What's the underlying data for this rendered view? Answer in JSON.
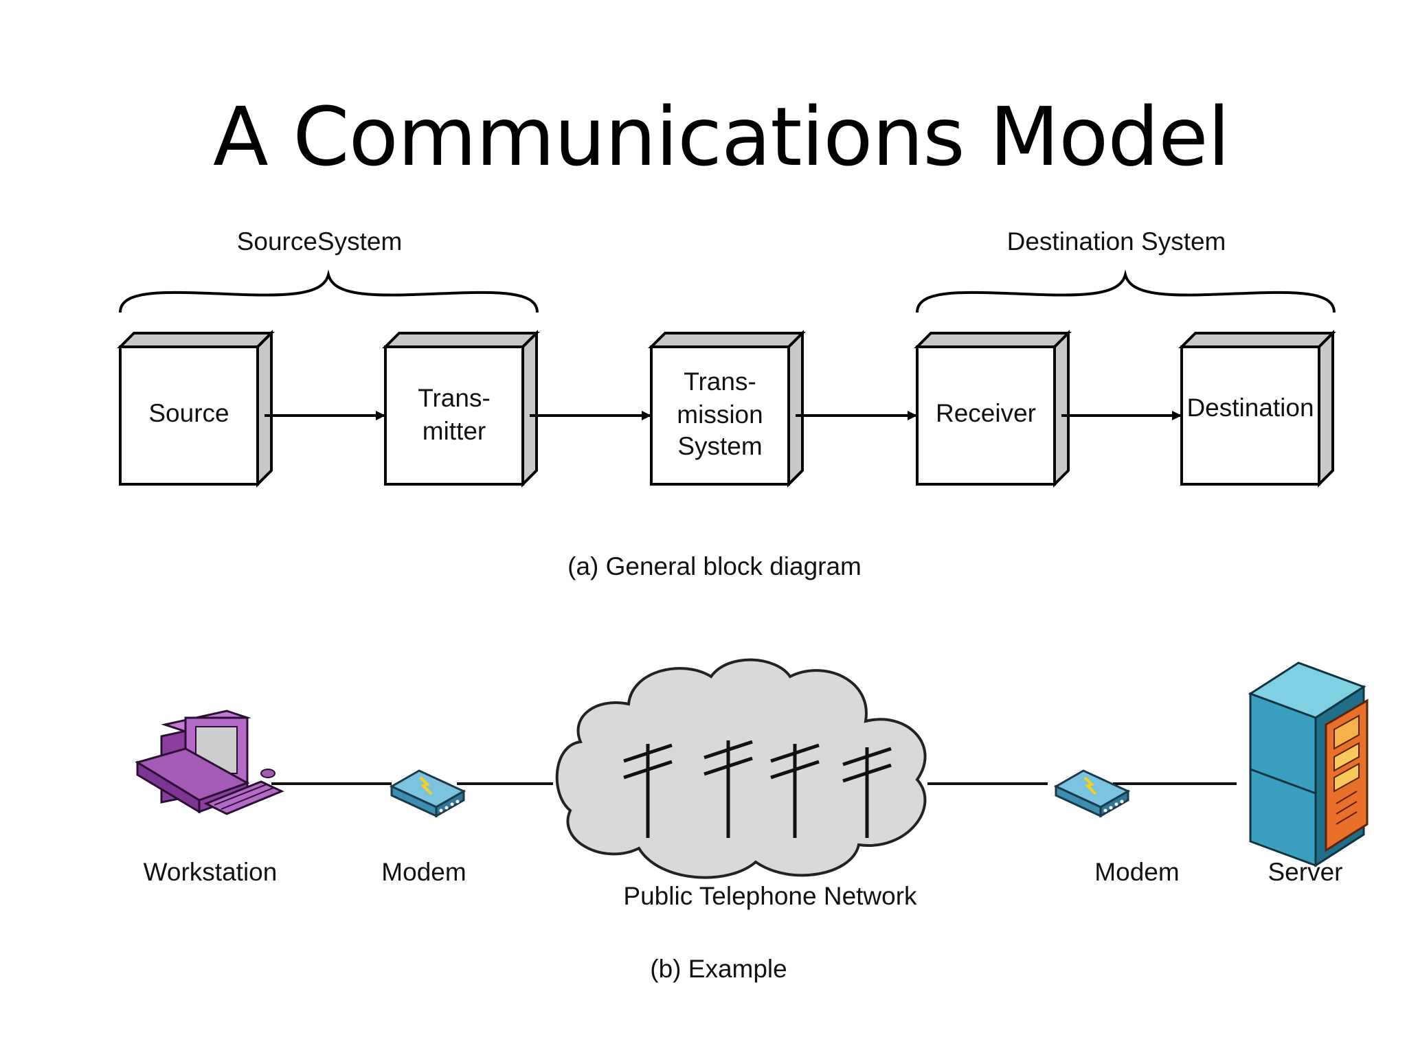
{
  "slide": {
    "title": "A Communications Model"
  },
  "block_diagram": {
    "groups": {
      "source_system": "SourceSystem",
      "destination_system": "Destination System"
    },
    "blocks": {
      "source": [
        "Source"
      ],
      "transmitter": [
        "Trans-",
        "mitter"
      ],
      "transmission_system": [
        "Trans-",
        "mission",
        "System"
      ],
      "receiver": [
        "Receiver"
      ],
      "destination": [
        "Destination"
      ]
    },
    "caption": "(a) General block diagram"
  },
  "example": {
    "labels": {
      "workstation": "Workstation",
      "modem_left": "Modem",
      "network": "Public Telephone Network",
      "modem_right": "Modem",
      "server": "Server"
    },
    "caption": "(b) Example"
  },
  "colors": {
    "block_shadow": "#c8c8c8",
    "cloud_fill": "#d9d9d9",
    "workstation": "#a45bb5",
    "modem": "#4fa3c7",
    "server_blue": "#3a9fbe",
    "server_orange": "#e8702a"
  }
}
